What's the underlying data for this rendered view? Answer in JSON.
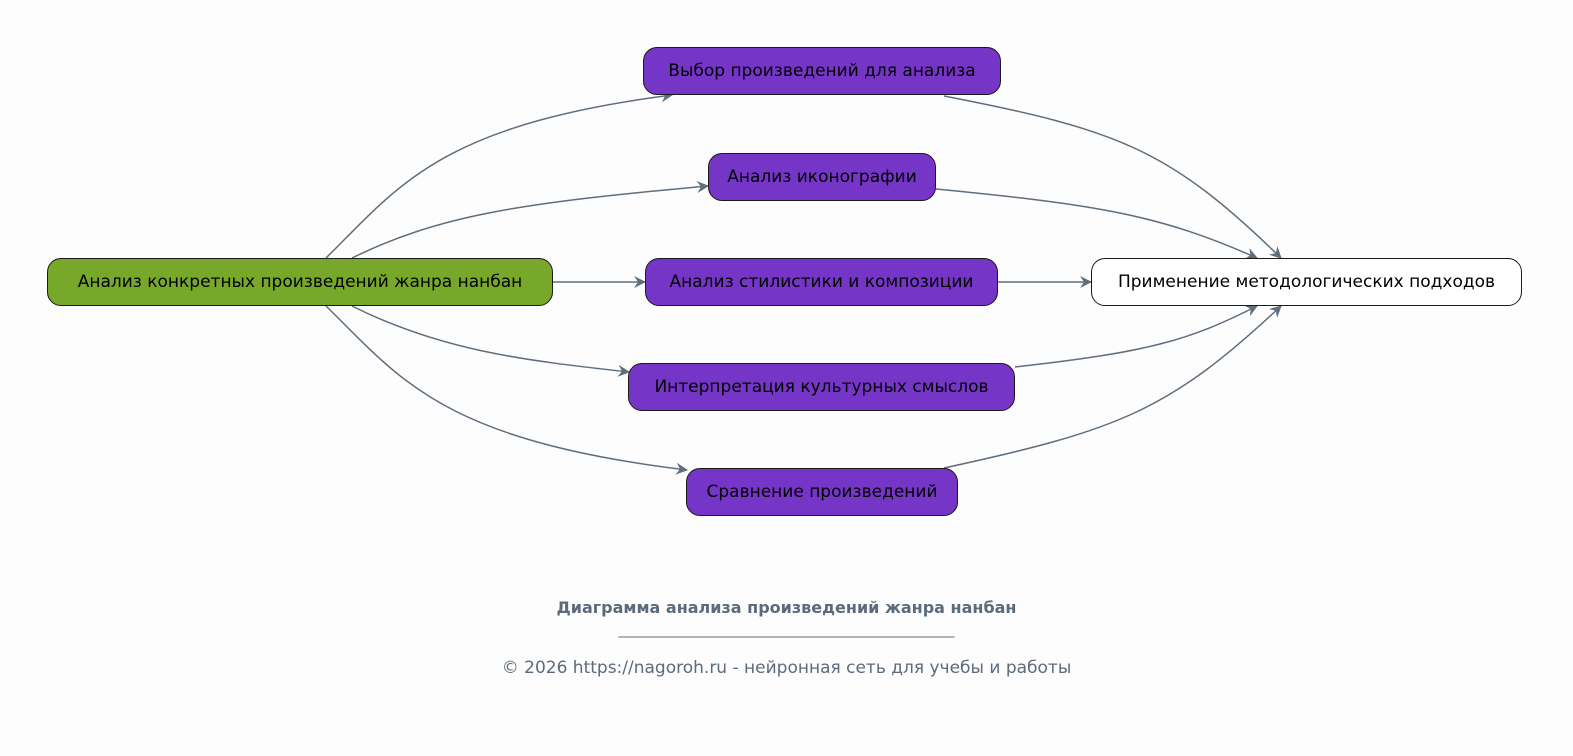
{
  "colors": {
    "source_fill": "#78a82a",
    "step_fill": "#7535c6",
    "target_fill": "#ffffff",
    "edge": "#5f6e7c",
    "caption": "#5b6b7b"
  },
  "nodes": {
    "source": {
      "label": "Анализ конкретных произведений жанра нанбан"
    },
    "steps": [
      {
        "label": "Выбор произведений для анализа"
      },
      {
        "label": "Анализ иконографии"
      },
      {
        "label": "Анализ стилистики и композиции"
      },
      {
        "label": "Интерпретация культурных смыслов"
      },
      {
        "label": "Сравнение произведений"
      }
    ],
    "target": {
      "label": "Применение методологических подходов"
    }
  },
  "edges": [
    {
      "from": "source",
      "to": "steps.0"
    },
    {
      "from": "source",
      "to": "steps.1"
    },
    {
      "from": "source",
      "to": "steps.2"
    },
    {
      "from": "source",
      "to": "steps.3"
    },
    {
      "from": "source",
      "to": "steps.4"
    },
    {
      "from": "steps.0",
      "to": "target"
    },
    {
      "from": "steps.1",
      "to": "target"
    },
    {
      "from": "steps.2",
      "to": "target"
    },
    {
      "from": "steps.3",
      "to": "target"
    },
    {
      "from": "steps.4",
      "to": "target"
    }
  ],
  "caption": {
    "title": "Диаграмма анализа произведений жанра нанбан",
    "rule": "________________________________________________",
    "footer": "© 2026 https://nagoroh.ru - нейронная сеть для учебы и работы"
  }
}
